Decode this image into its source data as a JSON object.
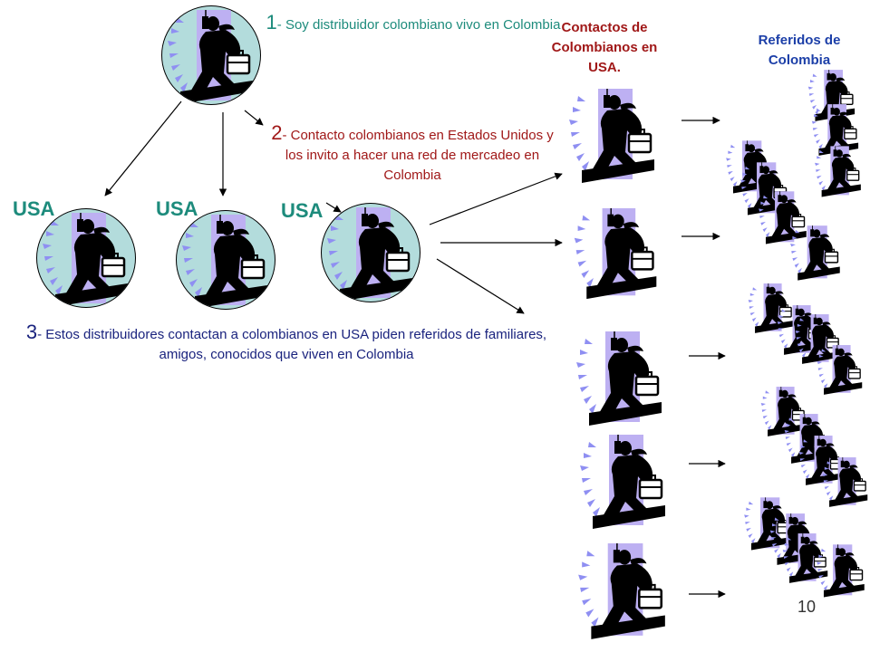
{
  "steps": [
    {
      "num": "1",
      "text": "- Soy distribuidor colombiano vivo en Colombia",
      "color": "#1d8b7c"
    },
    {
      "num": "2",
      "text": "- Contacto colombianos en Estados Unidos y los invito a hacer una red de mercadeo en Colombia",
      "color": "#a01818"
    },
    {
      "num": "3",
      "text": "- Estos distribuidores contactan a colombianos en USA piden referidos de familiares, amigos, conocidos que viven en Colombia",
      "color": "#1a237e"
    }
  ],
  "usa_labels": [
    "USA",
    "USA",
    "USA"
  ],
  "columns": {
    "contacts": {
      "title": "Contactos de Colombianos en USA.",
      "color": "#a01818"
    },
    "referrals": {
      "title": "Referidos de Colombia",
      "color": "#1c3fa8"
    }
  },
  "page_number": "10",
  "colors": {
    "circle": "#b3dcdc",
    "figure_bg": "#bdb0f2",
    "ray": "#8f8ff2",
    "figure": "#000000"
  },
  "icons": {
    "figure": "businessman-with-briefcase-and-phone-icon"
  }
}
